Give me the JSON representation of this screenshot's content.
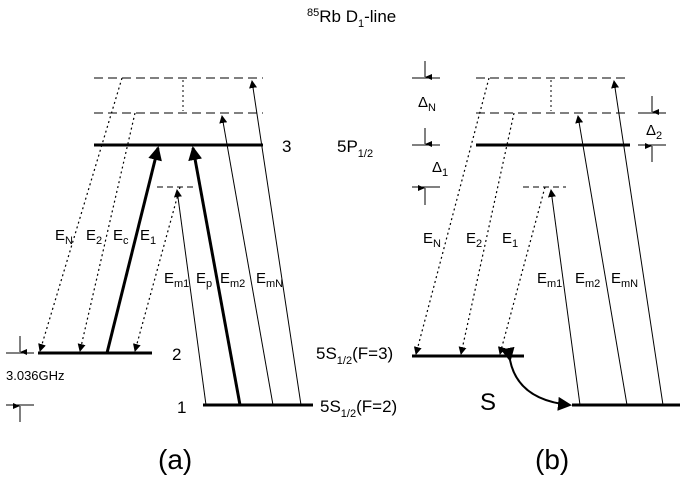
{
  "title": {
    "isotope": "85",
    "text": "Rb D",
    "sub": "1",
    "suffix": "-line"
  },
  "panel_a": {
    "label": "(a)",
    "level_labels": {
      "l3": "3",
      "l2": "2",
      "l1": "1"
    },
    "left_fields": [
      {
        "base": "E",
        "sub": "N"
      },
      {
        "base": "E",
        "sub": "2"
      },
      {
        "base": "E",
        "sub": "c"
      },
      {
        "base": "E",
        "sub": "1"
      }
    ],
    "right_fields": [
      {
        "base": "E",
        "sub": "m1"
      },
      {
        "base": "E",
        "sub": "p"
      },
      {
        "base": "E",
        "sub": "m2"
      },
      {
        "base": "E",
        "sub": "mN"
      }
    ],
    "splitting": "3.036GHz"
  },
  "panel_b": {
    "label": "(b)",
    "left_fields": [
      {
        "base": "E",
        "sub": "N"
      },
      {
        "base": "E",
        "sub": "2"
      },
      {
        "base": "E",
        "sub": "1"
      }
    ],
    "right_fields": [
      {
        "base": "E",
        "sub": "m1"
      },
      {
        "base": "E",
        "sub": "m2"
      },
      {
        "base": "E",
        "sub": "mN"
      }
    ],
    "deltas": {
      "dN": {
        "base": "Δ",
        "sub": "N"
      },
      "d1": {
        "base": "Δ",
        "sub": "1"
      },
      "d2": {
        "base": "Δ",
        "sub": "2"
      }
    },
    "shift_label": "S"
  },
  "states": {
    "excited": {
      "base": "5P",
      "sub": "1/2"
    },
    "ground_f3": {
      "base": "5S",
      "sub": "1/2",
      "suffix": "(F=3)"
    },
    "ground_f2": {
      "base": "5S",
      "sub": "1/2",
      "suffix": "(F=2)"
    }
  }
}
